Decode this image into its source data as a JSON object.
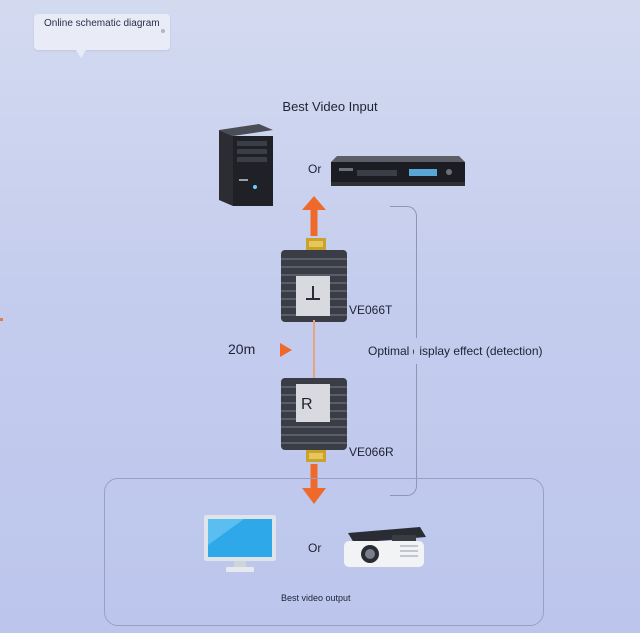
{
  "tag": {
    "text": "Online schematic diagram"
  },
  "input": {
    "title": "Best Video Input",
    "or_label": "Or"
  },
  "transmitter": {
    "model": "VE066T"
  },
  "receiver": {
    "model": "VE066R",
    "face_letter": "R"
  },
  "distance": {
    "label": "20m"
  },
  "effect": {
    "label": "Optimal display effect (detection)"
  },
  "output": {
    "or_label": "Or",
    "title": "Best video output"
  },
  "colors": {
    "accent_arrow": "#ef6a2a",
    "background": "#c5cdee",
    "frame": "#8f96b4"
  }
}
